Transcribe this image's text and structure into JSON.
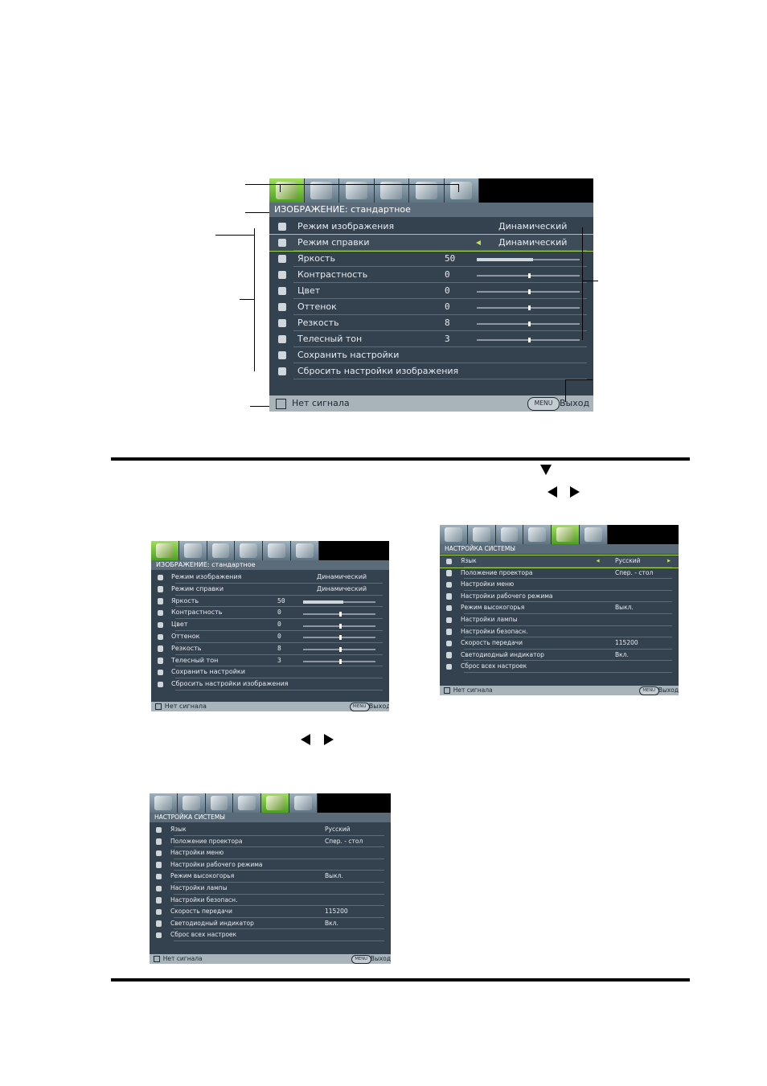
{
  "page": {
    "nav_arrows": {
      "down": "▼",
      "left": "◀",
      "right": "▶"
    }
  },
  "menus": {
    "picture": {
      "title": "ИЗОБРАЖЕНИЕ: стандартное",
      "items": [
        {
          "label": "Режим изображения",
          "value": "Динамический",
          "icon": "picture-mode-icon"
        },
        {
          "label": "Режим справки",
          "value": "Динамический",
          "icon": "reference-mode-icon"
        },
        {
          "label": "Яркость",
          "number": "50",
          "slider": 0.55,
          "icon": "brightness-icon"
        },
        {
          "label": "Контрастность",
          "number": "0",
          "slider": 0.5,
          "icon": "contrast-icon"
        },
        {
          "label": "Цвет",
          "number": "0",
          "slider": 0.5,
          "icon": "color-icon"
        },
        {
          "label": "Оттенок",
          "number": "0",
          "slider": 0.5,
          "icon": "tint-icon"
        },
        {
          "label": "Резкость",
          "number": "8",
          "slider": 0.5,
          "icon": "sharpness-icon"
        },
        {
          "label": "Телесный тон",
          "number": "3",
          "slider": 0.5,
          "icon": "skin-tone-icon"
        },
        {
          "label": "Сохранить настройки",
          "icon": "save-settings-icon"
        },
        {
          "label": "Сбросить настройки изображения",
          "icon": "reset-picture-icon"
        }
      ],
      "footer": {
        "status": "Нет сигнала",
        "menu_key": "MENU",
        "exit": "Выход"
      }
    },
    "system": {
      "title": "НАСТРОЙКА СИСТЕМЫ",
      "items": [
        {
          "label": "Язык",
          "value": "Русский",
          "icon": "language-icon"
        },
        {
          "label": "Положение проектора",
          "value": "Спер. - стол",
          "icon": "projector-position-icon"
        },
        {
          "label": "Настройки меню",
          "icon": "menu-settings-icon"
        },
        {
          "label": "Настройки рабочего режима",
          "icon": "operation-settings-icon"
        },
        {
          "label": "Режим высокогорья",
          "value": "Выкл.",
          "icon": "high-altitude-icon"
        },
        {
          "label": "Настройки лампы",
          "icon": "lamp-settings-icon"
        },
        {
          "label": "Настройки безопасн.",
          "icon": "security-lock-icon"
        },
        {
          "label": "Скорость передачи",
          "value": "115200",
          "icon": "baud-rate-icon"
        },
        {
          "label": "Светодиодный индикатор",
          "value": "Вкл.",
          "icon": "led-indicator-icon"
        },
        {
          "label": "Сброс всех настроек",
          "icon": "reset-all-icon"
        }
      ],
      "footer": {
        "status": "Нет сигнала",
        "menu_key": "MENU",
        "exit": "Выход"
      }
    }
  },
  "colors": {
    "osd_bg": "#34414f",
    "tab_active": "#7cc23a",
    "highlight": "#9fd64a"
  }
}
